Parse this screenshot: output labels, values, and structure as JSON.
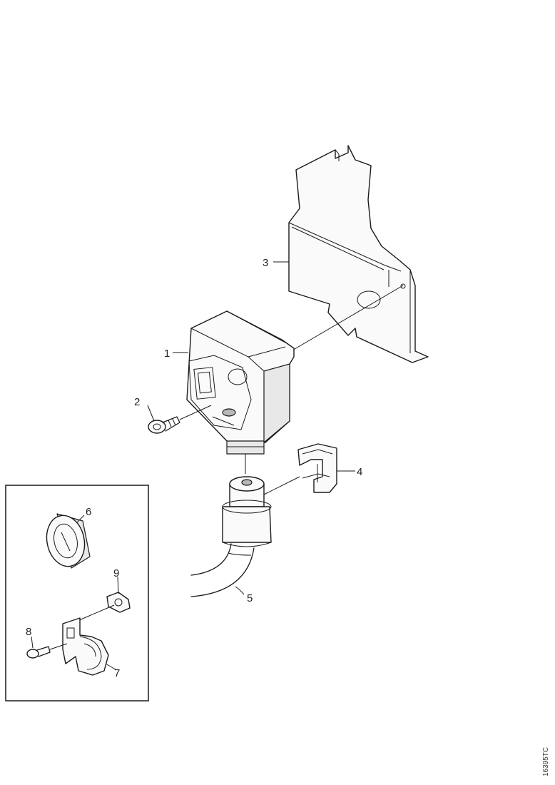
{
  "callouts": {
    "c1": "1",
    "c2": "2",
    "c3": "3",
    "c4": "4",
    "c5": "5",
    "c6": "6",
    "c7": "7",
    "c8": "8",
    "c9": "9"
  },
  "reference_code": "16395TC"
}
